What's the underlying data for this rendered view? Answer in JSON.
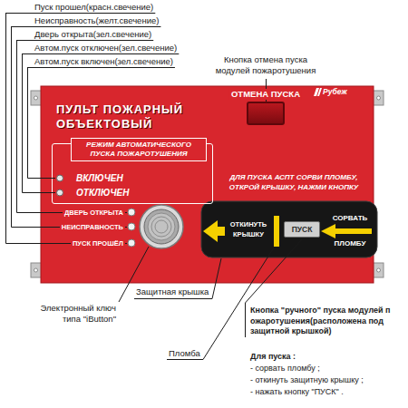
{
  "diagram": {
    "nodes": [
      {
        "text": [
          "ПУЛЬТ ПОЖАРНЫЙ ОБЪЕКТОВЫЙ"
        ]
      },
      {
        "text": [
          "ОТМЕНА ПУСКА"
        ],
        "in": 0
      },
      {
        "text": [
          "РЕЖИМ АВТОМАТИЧЕСКОГО ПУСКА ПОЖАРОТУШЕНИЯ",
          "ВКЛЮЧЕН",
          "ОТКЛЮЧЕН"
        ],
        "in": 0
      },
      {
        "text": [
          "ОТКИНУТЬ КРЫШКУ",
          "СОРВАТЬ ПЛОМБУ"
        ],
        "in": 0
      },
      {
        "text": [
          "ПУСК"
        ],
        "in": 3
      }
    ],
    "labels": [
      "Пуск прошел(красн.свечение)",
      "Неисправность(желт.свечение)",
      "Дверь открыта(зел.свечение)",
      "Автом.пуск отключен(зел.свечение)",
      "Автом.пуск включен(зел.свечение)",
      "Кнопка отмена пуска модулей пожаротушения",
      "Рубеж",
      "ДВЕРЬ ОТКРЫТА",
      "НЕИСПРАВНОСТЬ",
      "ПУСК ПРОШЁЛ",
      "ДЛЯ ПУСКА АСПТ СОРВИ ПЛОМБУ, ОТКРОЙ КРЫШКУ, НАЖМИ КНОПКУ",
      "Защитная крышка",
      "Электронный ключ типа \"iButton\"",
      "Пломба",
      "Кнопка \"ручного\" пуска модулей п ожаротушения(расположена под защитной крышкой)",
      "Для пуска :",
      "- сорвать пломбу ;",
      "- откинуть защитную крышку ;",
      "- нажать кнопку \"ПУСК\" ."
    ]
  }
}
